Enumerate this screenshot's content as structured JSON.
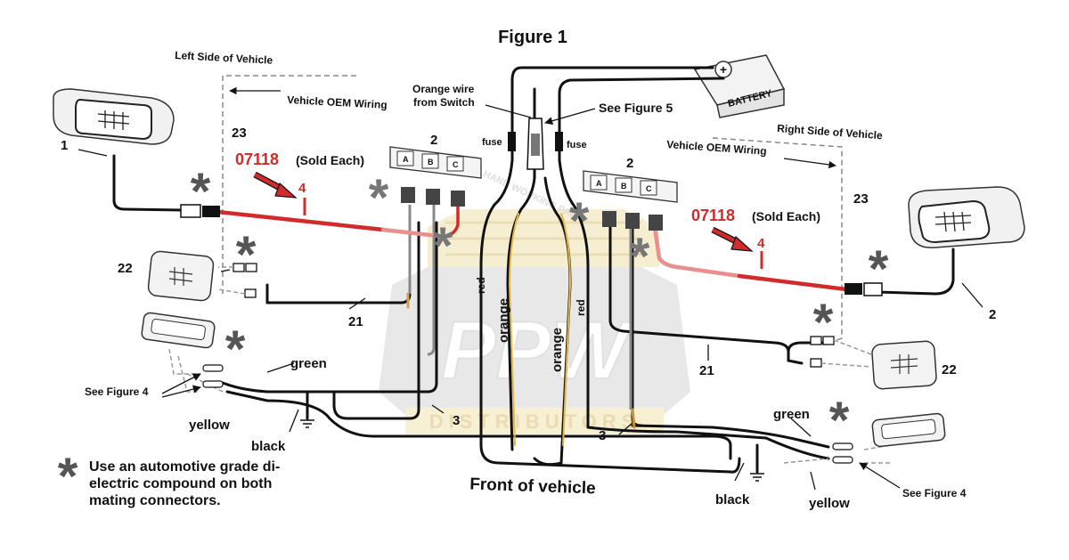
{
  "title": "Figure 1",
  "footer_label": "Front of vehicle",
  "left_side_label": "Left Side of Vehicle",
  "right_side_label": "Right Side of Vehicle",
  "oem_wiring_left": "Vehicle OEM Wiring",
  "oem_wiring_right": "Vehicle OEM Wiring",
  "orange_wire_line1": "Orange wire",
  "orange_wire_line2": "from Switch",
  "see_figure_5": "See Figure 5",
  "see_figure_4_left": "See Figure  4",
  "see_figure_4_right": "See Figure  4",
  "battery_label": "BATTERY",
  "fuse_left": "fuse",
  "fuse_right": "fuse",
  "part_left": {
    "number": "07118",
    "sold": "(Sold Each)",
    "callout": "4"
  },
  "part_right": {
    "number": "07118",
    "sold": "(Sold Each)",
    "callout": "4"
  },
  "callouts": {
    "c23_left": "23",
    "c23_right": "23",
    "c2_conn_left": "2",
    "c2_conn_right": "2",
    "c1": "1",
    "c2_light_right": "2",
    "c22_left": "22",
    "c22_right": "22",
    "c21_left": "21",
    "c21_right": "21",
    "c3_left": "3",
    "c3_right": "3"
  },
  "connector_pins": [
    "A",
    "B",
    "C"
  ],
  "wire_labels": {
    "green_left": "green",
    "yellow_left": "yellow",
    "black_left": "black",
    "green_right": "green",
    "yellow_right": "yellow",
    "black_right": "black",
    "red_left": "red",
    "red_right": "red",
    "orange_left": "orange",
    "orange_right": "orange"
  },
  "watermark": {
    "main": "PPW",
    "sub": "DISTRIBUTORS",
    "arc": "HAND WORKING PARTS"
  },
  "note_text": "Use an automotive grade di-electric compound on both mating connectors.",
  "colors": {
    "highlight": "#d12b2b",
    "wire": "#111111",
    "orange_wire": "#e0b040",
    "watermark": "#c8c8c8",
    "watermark_gold": "#f0dc9c"
  }
}
